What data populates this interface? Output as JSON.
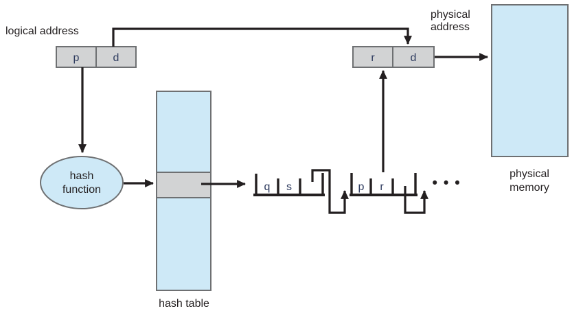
{
  "diagram": {
    "labels": {
      "logical_address": "logical address",
      "physical_address_l1": "physical",
      "physical_address_l2": "address",
      "physical_memory_l1": "physical",
      "physical_memory_l2": "memory",
      "hash_function_l1": "hash",
      "hash_function_l2": "function",
      "hash_table": "hash table",
      "ellipsis": "•••"
    },
    "logical_address_register": {
      "page_number": "p",
      "offset": "d"
    },
    "physical_address_register": {
      "frame_number": "r",
      "offset": "d"
    },
    "chain_node_1": {
      "field1": "q",
      "field2": "s"
    },
    "chain_node_2": {
      "field1": "p",
      "field2": "r"
    },
    "colors": {
      "light_blue": "#cee9f7",
      "gray_fill": "#d2d3d4",
      "border": "#6e7072",
      "line": "#231f20",
      "cell_text": "#2d3a5e"
    }
  }
}
